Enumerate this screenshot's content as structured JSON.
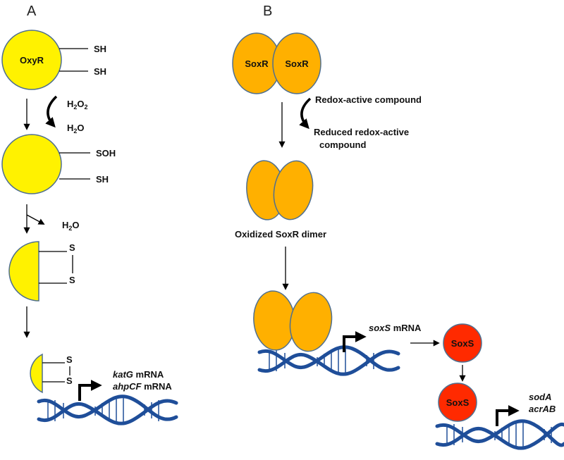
{
  "colors": {
    "oxyr_fill": "#fff200",
    "soxr_fill": "#ffb000",
    "soxs_fill": "#ff2a00",
    "outline": "#4f6f8f",
    "dna": "#1f4e99"
  },
  "panel_a": {
    "panel_label": "A",
    "protein_label": "OxyR",
    "thiol_top": "SH",
    "thiol_bottom": "SH",
    "reactant": "H",
    "reactant_sub": "2",
    "reactant_tail": "O",
    "reactant_sub2": "2",
    "product1": "H",
    "product1_sub": "2",
    "product1_tail": "O",
    "sulfenic_top": "SOH",
    "sulfenic_bottom": "SH",
    "product2": "H",
    "product2_sub": "2",
    "product2_tail": "O",
    "disulfide_s1": "S",
    "disulfide_s2": "S",
    "bound_s1": "S",
    "bound_s2": "S",
    "gene1": "katG",
    "gene1_suffix": " mRNA",
    "gene2": "ahpCF",
    "gene2_suffix": " mRNA"
  },
  "panel_b": {
    "panel_label": "B",
    "monomer1": "SoxR",
    "monomer2": "SoxR",
    "compound_in": "Redox-active compound",
    "compound_out_line1": "Reduced redox-active",
    "compound_out_line2": "compound",
    "dimer_caption": "Oxidized SoxR dimer",
    "gene": "soxS",
    "gene_suffix": " mRNA",
    "soxs_label_1": "SoxS",
    "soxs_label_2": "SoxS",
    "target1": "sodA",
    "target2": "acrAB"
  }
}
